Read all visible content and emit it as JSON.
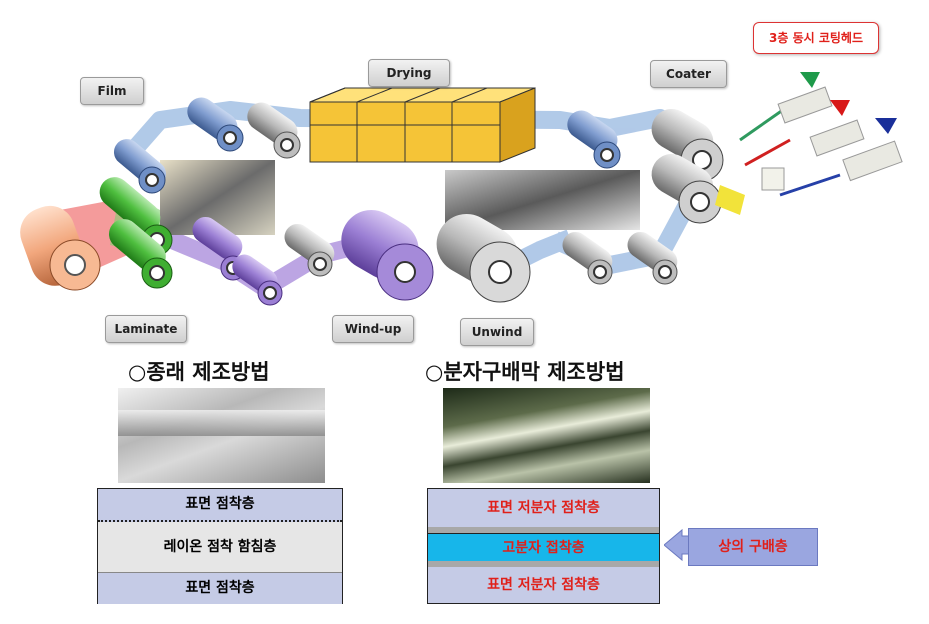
{
  "process": {
    "labels": {
      "film": "Film",
      "drying": "Drying",
      "coater": "Coater",
      "laminate": "Laminate",
      "windup": "Wind-up",
      "unwind": "Unwind",
      "coating_head": "3층 동시 코팅헤드"
    }
  },
  "conventional": {
    "heading": "○종래 제조방법",
    "layers": [
      "표면 점착층",
      "레이온 점착 함침층",
      "표면 점착층"
    ]
  },
  "molecular": {
    "heading": "○분자구배막 제조방법",
    "layers": [
      "표면 저분자 점착층",
      "고분자 접착층",
      "표면 저분자 점착층"
    ],
    "callout": "상의 구배층"
  },
  "colors": {
    "stack_fill": "#c5cbe6",
    "middle_fill": "#e6e6e6",
    "highlight_fill": "#17b6ea",
    "red_text": "#e0201a",
    "arrow_fill": "#9aa6e0",
    "drying_fill": "#f5c437",
    "web_blue": "#a9c4e6",
    "web_purple": "#b59be0"
  }
}
